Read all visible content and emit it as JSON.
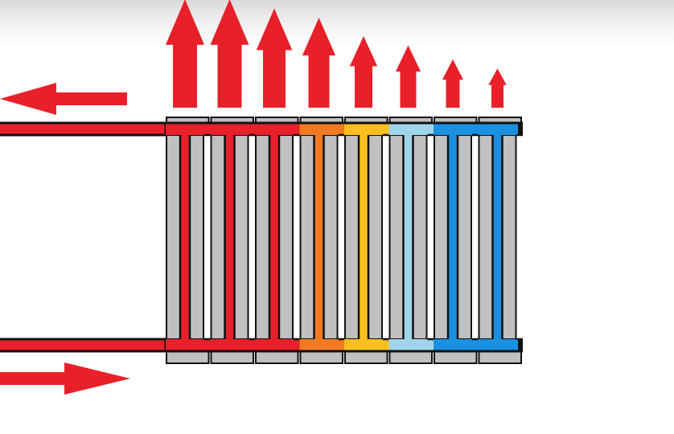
{
  "diagram": {
    "colors": {
      "background": "#ffffff",
      "outline": "#111111",
      "section_fill": "#c0c0c0",
      "heat_arrow": "#e8202a",
      "flow_arrow": "#e8202a"
    },
    "sections": [
      {
        "water_color": "#e8202a",
        "heat_level": 1.0
      },
      {
        "water_color": "#e8202a",
        "heat_level": 1.0
      },
      {
        "water_color": "#e8202a",
        "heat_level": 0.9
      },
      {
        "water_color": "#f07a22",
        "heat_level": 0.8
      },
      {
        "water_color": "#fdbf1d",
        "heat_level": 0.6
      },
      {
        "water_color": "#9fd4ea",
        "heat_level": 0.5
      },
      {
        "water_color": "#1b8fe0",
        "heat_level": 0.35
      },
      {
        "water_color": "#1b8fe0",
        "heat_level": 0.25
      }
    ],
    "flow": {
      "top_pipe_direction": "left",
      "bottom_pipe_direction": "right"
    }
  }
}
